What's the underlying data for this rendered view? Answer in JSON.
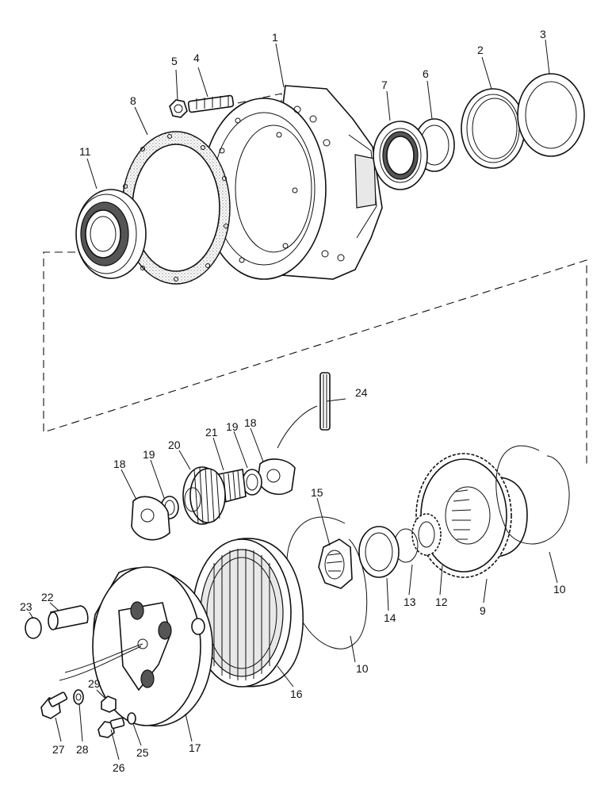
{
  "callouts": [
    {
      "id": "1",
      "text": "1"
    },
    {
      "id": "2",
      "text": "2"
    },
    {
      "id": "3",
      "text": "3"
    },
    {
      "id": "4",
      "text": "4"
    },
    {
      "id": "5",
      "text": "5"
    },
    {
      "id": "6",
      "text": "6"
    },
    {
      "id": "7",
      "text": "7"
    },
    {
      "id": "8",
      "text": "8"
    },
    {
      "id": "9",
      "text": "9"
    },
    {
      "id": "10a",
      "text": "10"
    },
    {
      "id": "10b",
      "text": "10"
    },
    {
      "id": "11",
      "text": "11"
    },
    {
      "id": "12",
      "text": "12"
    },
    {
      "id": "13",
      "text": "13"
    },
    {
      "id": "14",
      "text": "14"
    },
    {
      "id": "15",
      "text": "15"
    },
    {
      "id": "16",
      "text": "16"
    },
    {
      "id": "17",
      "text": "17"
    },
    {
      "id": "18a",
      "text": "18"
    },
    {
      "id": "18b",
      "text": "18"
    },
    {
      "id": "19a",
      "text": "19"
    },
    {
      "id": "19b",
      "text": "19"
    },
    {
      "id": "20",
      "text": "20"
    },
    {
      "id": "21",
      "text": "21"
    },
    {
      "id": "22",
      "text": "22"
    },
    {
      "id": "23",
      "text": "23"
    },
    {
      "id": "24",
      "text": "24"
    },
    {
      "id": "25",
      "text": "25"
    },
    {
      "id": "26",
      "text": "26"
    },
    {
      "id": "27",
      "text": "27"
    },
    {
      "id": "28",
      "text": "28"
    },
    {
      "id": "29",
      "text": "29"
    }
  ]
}
